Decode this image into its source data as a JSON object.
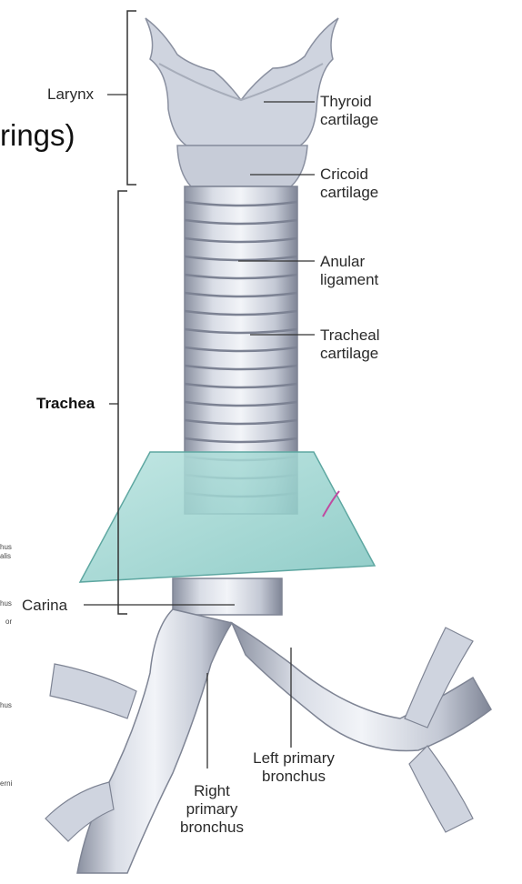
{
  "caption_fragment": "rings)",
  "labels": {
    "larynx": "Larynx",
    "thyroid_cartilage": [
      "Thyroid",
      "cartilage"
    ],
    "cricoid_cartilage": [
      "Cricoid",
      "cartilage"
    ],
    "anular_ligament": [
      "Anular",
      "ligament"
    ],
    "tracheal_cartilage": [
      "Tracheal",
      "cartilage"
    ],
    "trachea": "Trachea",
    "carina": "Carina",
    "left_primary_bronchus": [
      "Left primary",
      "bronchus"
    ],
    "right_primary_bronchus": [
      "Right",
      "primary",
      "bronchus"
    ]
  },
  "edge_fragments": [
    "hus",
    "alis",
    "hus",
    "or",
    "hus",
    "erni"
  ],
  "colors": {
    "cartilage": "#d7dbe5",
    "ring_shadow": "#8d93a3",
    "plane": "#9fd3cf",
    "leader": "#333333"
  }
}
